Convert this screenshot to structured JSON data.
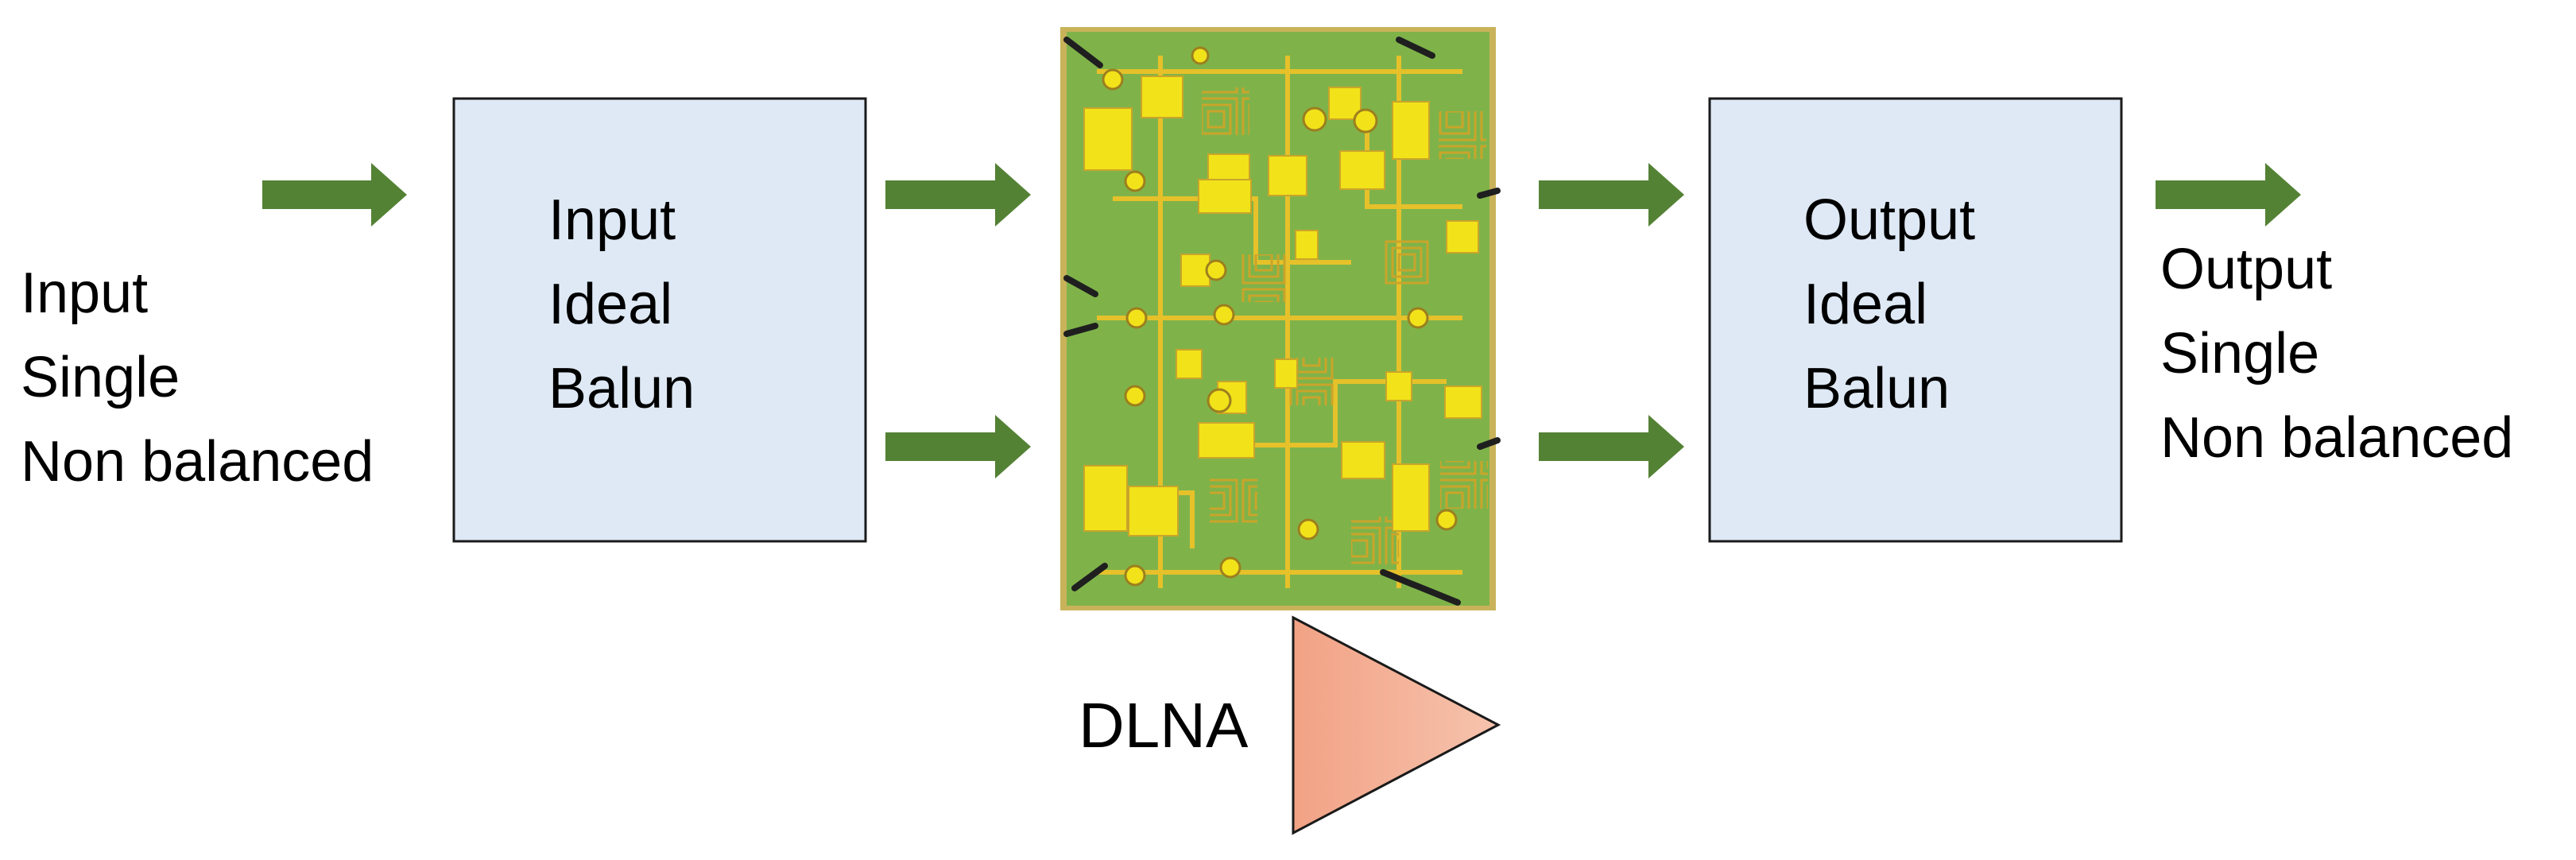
{
  "input_label": {
    "lines": [
      "Input",
      "Single",
      "Non balanced"
    ]
  },
  "input_balun": {
    "lines": [
      "Input",
      "Ideal",
      "Balun"
    ]
  },
  "output_balun": {
    "lines": [
      "Output",
      "Ideal",
      "Balun"
    ]
  },
  "output_label": {
    "lines": [
      "Output",
      "Single",
      "Non balanced"
    ]
  },
  "amplifier": {
    "label": "DLNA"
  },
  "colors": {
    "arrow": "#548235",
    "block_fill": "#dee9f5",
    "block_stroke": "#1a1a1a",
    "chip_green": "#7fb34a",
    "chip_pad": "#f2e21a",
    "chip_trace": "#e6c12a",
    "triangle_start": "#f2a285",
    "triangle_end": "#f6c3ad"
  },
  "icons": [
    "arrow-right-icon",
    "amplifier-triangle-icon",
    "chip-die-icon"
  ]
}
